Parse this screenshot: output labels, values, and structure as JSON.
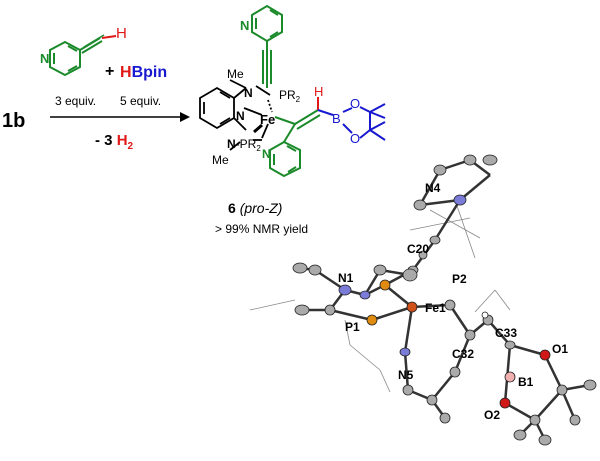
{
  "scheme": {
    "start_compound": "1b",
    "arrow_left": [
      "3 equiv.",
      "5 equiv."
    ],
    "arrow_below": {
      "prefix": "- 3 ",
      "h2_H": "H",
      "h2_sub": "2"
    },
    "reagent_plus": "+",
    "reagent_H": "H",
    "reagent_bpin": "Bpin",
    "reagent_alkyne_H": "H",
    "product_label_num": "6",
    "product_label_desc": "(pro-Z)",
    "yield_text": "> 99% NMR yield"
  },
  "structure": {
    "Fe": "Fe",
    "Me_top": "Me",
    "Me_bottom": "Me",
    "PR2_top": "PR",
    "PR2_top_sub": "2",
    "PR2_bottom": "-PR",
    "PR2_bottom_sub": "2",
    "N_top": "N",
    "N_bottom": "N",
    "N_pyridine_top": "N",
    "N_pyridine_bottom": "N",
    "N_ring": "N",
    "N_alkyne_pyr": "N",
    "B": "B",
    "O_top": "O",
    "O_bottom": "O",
    "H_vinyl": "H"
  },
  "xray_labels": {
    "N4": "N4",
    "C20": "C20",
    "N1": "N1",
    "P2": "P2",
    "Fe1": "Fe1",
    "P1": "P1",
    "C33": "C33",
    "O1": "O1",
    "C32": "C32",
    "B1": "B1",
    "N5": "N5",
    "O2": "O2"
  },
  "colors": {
    "green": "#1a8a2a",
    "blue": "#1818d0",
    "red": "#e01818",
    "black": "#000000",
    "p_atom": "#e08a10",
    "n_atom": "#7b7bd8",
    "o_atom": "#d01818",
    "b_atom": "#f0b0b0"
  }
}
